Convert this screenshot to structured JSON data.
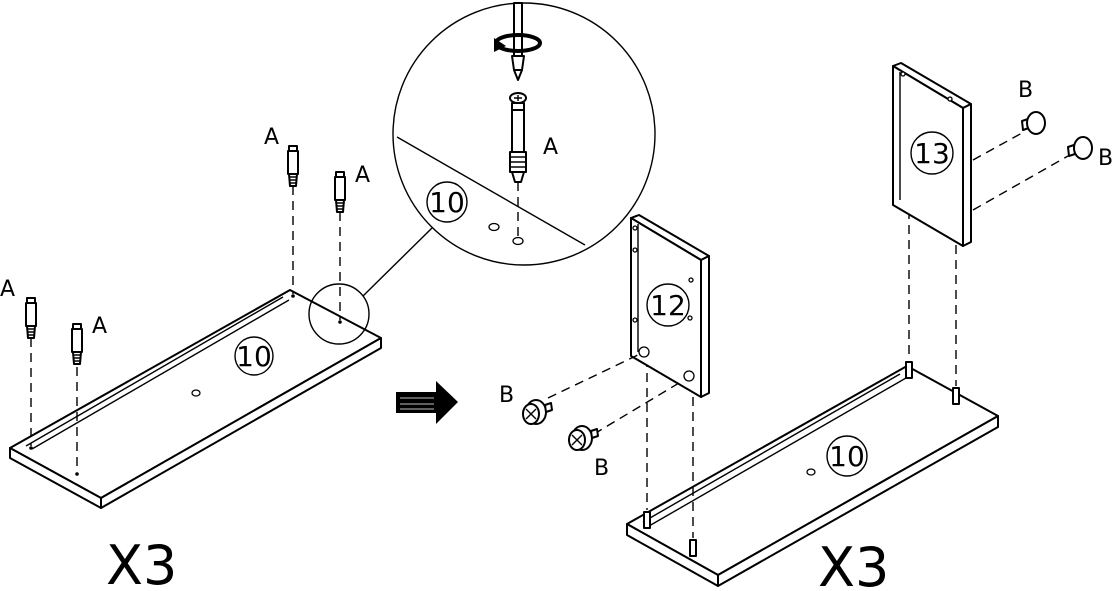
{
  "parts": {
    "bottom": "10",
    "side_left": "12",
    "side_right": "13"
  },
  "hardware": {
    "dowel": "A",
    "cam_lock": "B"
  },
  "quantity": {
    "step1": "X3",
    "step2": "X3"
  },
  "icons": {
    "next": "arrow-right-icon",
    "rotate": "rotate-clockwise-icon"
  }
}
